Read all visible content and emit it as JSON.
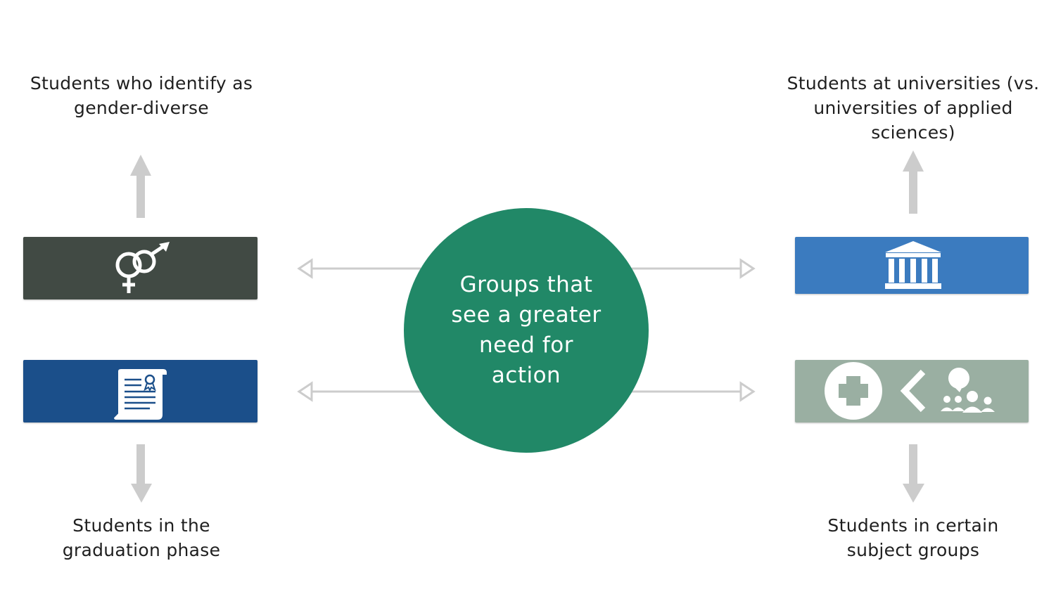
{
  "center": {
    "text": "Groups that\nsee a greater\nneed for\naction",
    "color": "#218867"
  },
  "groups": {
    "gender": {
      "label": "Students who identify as\ngender-diverse",
      "box_color": "#414a44",
      "icon": "gender-symbols-icon"
    },
    "graduation": {
      "label": "Students in the\ngraduation phase",
      "box_color": "#1b4f8a",
      "icon": "certificate-scroll-icon"
    },
    "universities": {
      "label": "Students at universities (vs.\nuniversities of applied\nsciences)",
      "box_color": "#3b7bbf",
      "icon": "university-building-icon"
    },
    "subjects": {
      "label": "Students in certain\nsubject groups",
      "box_color": "#9aafa2",
      "icon": "medicine-vs-social-groups-icon"
    }
  },
  "arrow_color": "#cccccc"
}
